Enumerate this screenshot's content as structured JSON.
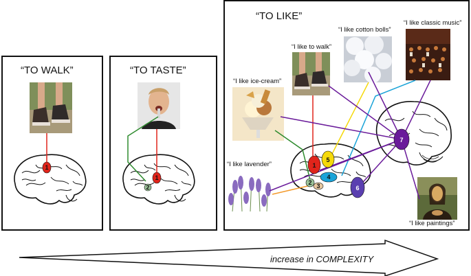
{
  "panels": {
    "walk": {
      "title": "“TO WALK”"
    },
    "taste": {
      "title": "“TO TASTE”"
    },
    "like": {
      "title": "“TO LIKE”"
    }
  },
  "captions": {
    "walk": "“I like to walk”",
    "cotton": "“I like cotton bolls”",
    "music": "“I like classic music”",
    "icecream": "“I like ice-cream”",
    "lavender": "“I like lavender”",
    "paintings": "“I like paintings”"
  },
  "regions": {
    "r1": "1",
    "r2": "2",
    "r3": "3",
    "r4": "4",
    "r5": "5",
    "r6": "6",
    "r7": "7"
  },
  "arrow": {
    "label": "increase in COMPLEXITY"
  },
  "colors": {
    "red": "#e0241b",
    "green": "#2e8b2e",
    "yellow": "#f5d90a",
    "cyan": "#1aa3d8",
    "blue": "#2a5fc4",
    "purple": "#6a1b9a",
    "orange": "#f39a2b"
  }
}
